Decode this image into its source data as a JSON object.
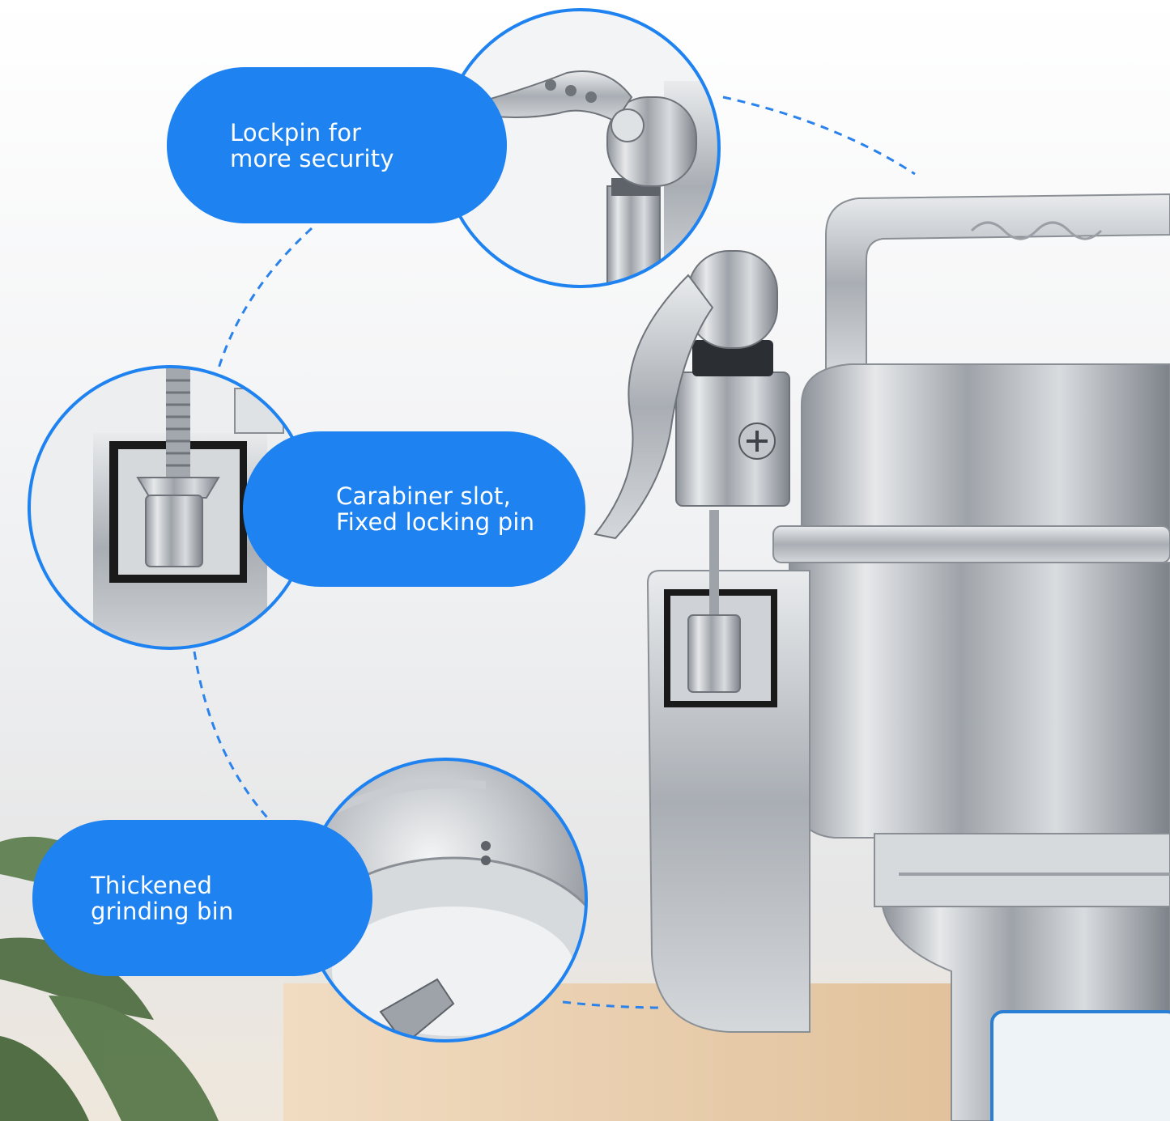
{
  "callouts": {
    "lockpin": {
      "line1": "Lockpin for",
      "line2": "more security"
    },
    "carabiner": {
      "line1": "Carabiner slot,",
      "line2": "Fixed locking pin"
    },
    "bin": {
      "line1": "Thickened",
      "line2": "grinding bin"
    }
  },
  "colors": {
    "accent": "#1e82f0",
    "circle_border": "#1e82f0",
    "steel": "#bfc3c8",
    "wood": "#e8c9a4",
    "plant": "#4a6e3a"
  }
}
